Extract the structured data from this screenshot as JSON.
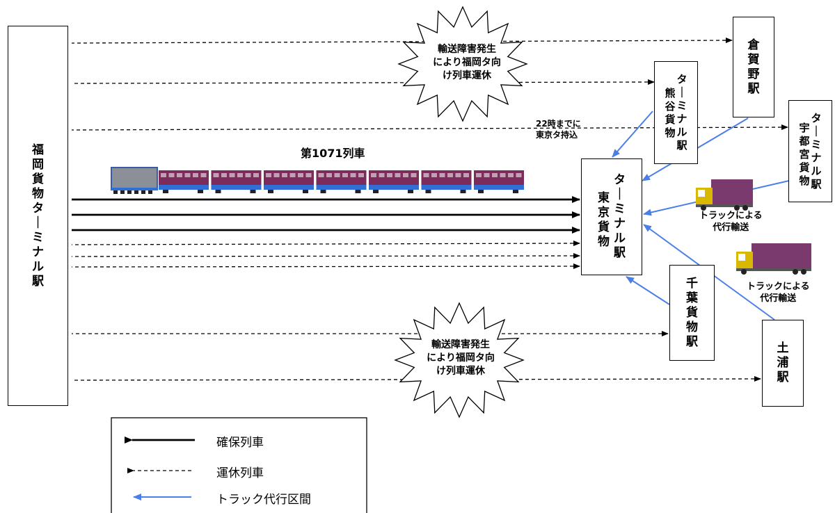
{
  "stations": {
    "fukuoka": "福岡貨物ターミナル駅",
    "tokyo": [
      "ターミナル駅",
      "東京貨物"
    ],
    "kumagaya": [
      "ターミナル駅",
      "熊谷貨物"
    ],
    "kuragano": "倉賀野駅",
    "utsunomiya": [
      "ターミナル駅",
      "宇都宮貨物"
    ],
    "chiba": "千葉貨物駅",
    "tsuchiura": "土浦駅"
  },
  "starburst_labels": {
    "top": [
      "輸送障害発生",
      "により福岡タ向",
      "け列車運休"
    ],
    "bottom": [
      "輸送障害発生",
      "により福岡タ向",
      "け列車運休"
    ]
  },
  "note_22": [
    "22時までに",
    "東京タ持込"
  ],
  "train_label": "第1071列車",
  "truck_labels": {
    "upper": [
      "トラックによる",
      "代行輸送"
    ],
    "lower": [
      "トラックによる",
      "代行輸送"
    ]
  },
  "legend": {
    "secured": "確保列車",
    "cancelled": "運休列車",
    "truck": "トラック代行区間"
  },
  "colors": {
    "truck_line": "#4a7fe8",
    "container": "#7a3a6e",
    "cab": "#d8b800",
    "train_car": "#7b2c5a",
    "train_base": "#2f6fd6"
  }
}
